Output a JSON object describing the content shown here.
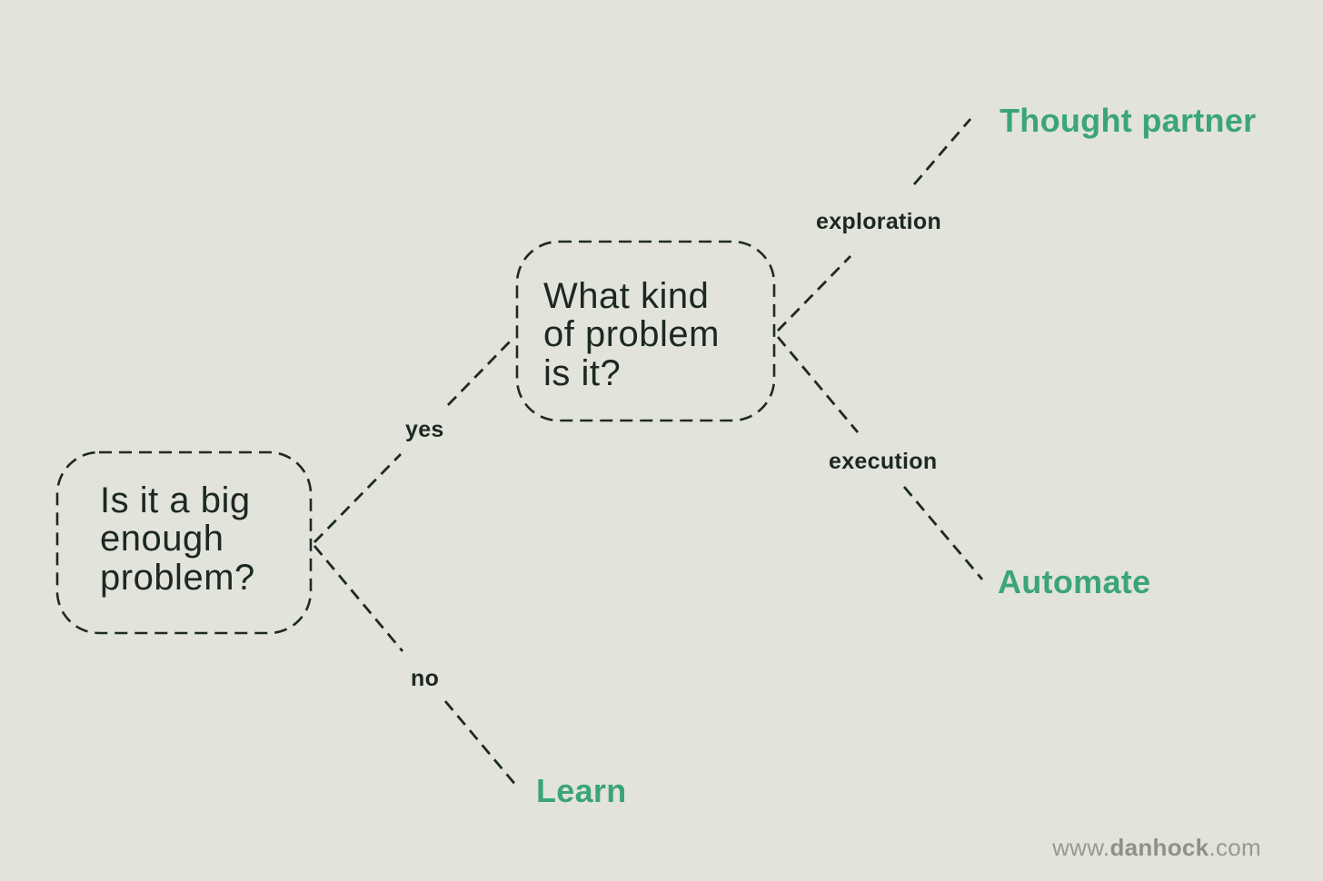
{
  "colors": {
    "background": "#e2e3db",
    "ink": "#1e2a24",
    "accent_green": "#3ba577",
    "watermark_gray": "#979990"
  },
  "nodes": {
    "problem_size": {
      "lines": [
        "Is it a big",
        "enough",
        "problem?"
      ]
    },
    "problem_kind": {
      "lines": [
        "What kind",
        "of problem",
        "is it?"
      ]
    }
  },
  "edge_labels": {
    "yes": "yes",
    "no": "no",
    "exploration": "exploration",
    "execution": "execution"
  },
  "outcomes": {
    "thought_partner": "Thought partner",
    "automate": "Automate",
    "learn": "Learn"
  },
  "watermark": {
    "prefix": "www.",
    "name": "danhock",
    "suffix": ".com"
  }
}
